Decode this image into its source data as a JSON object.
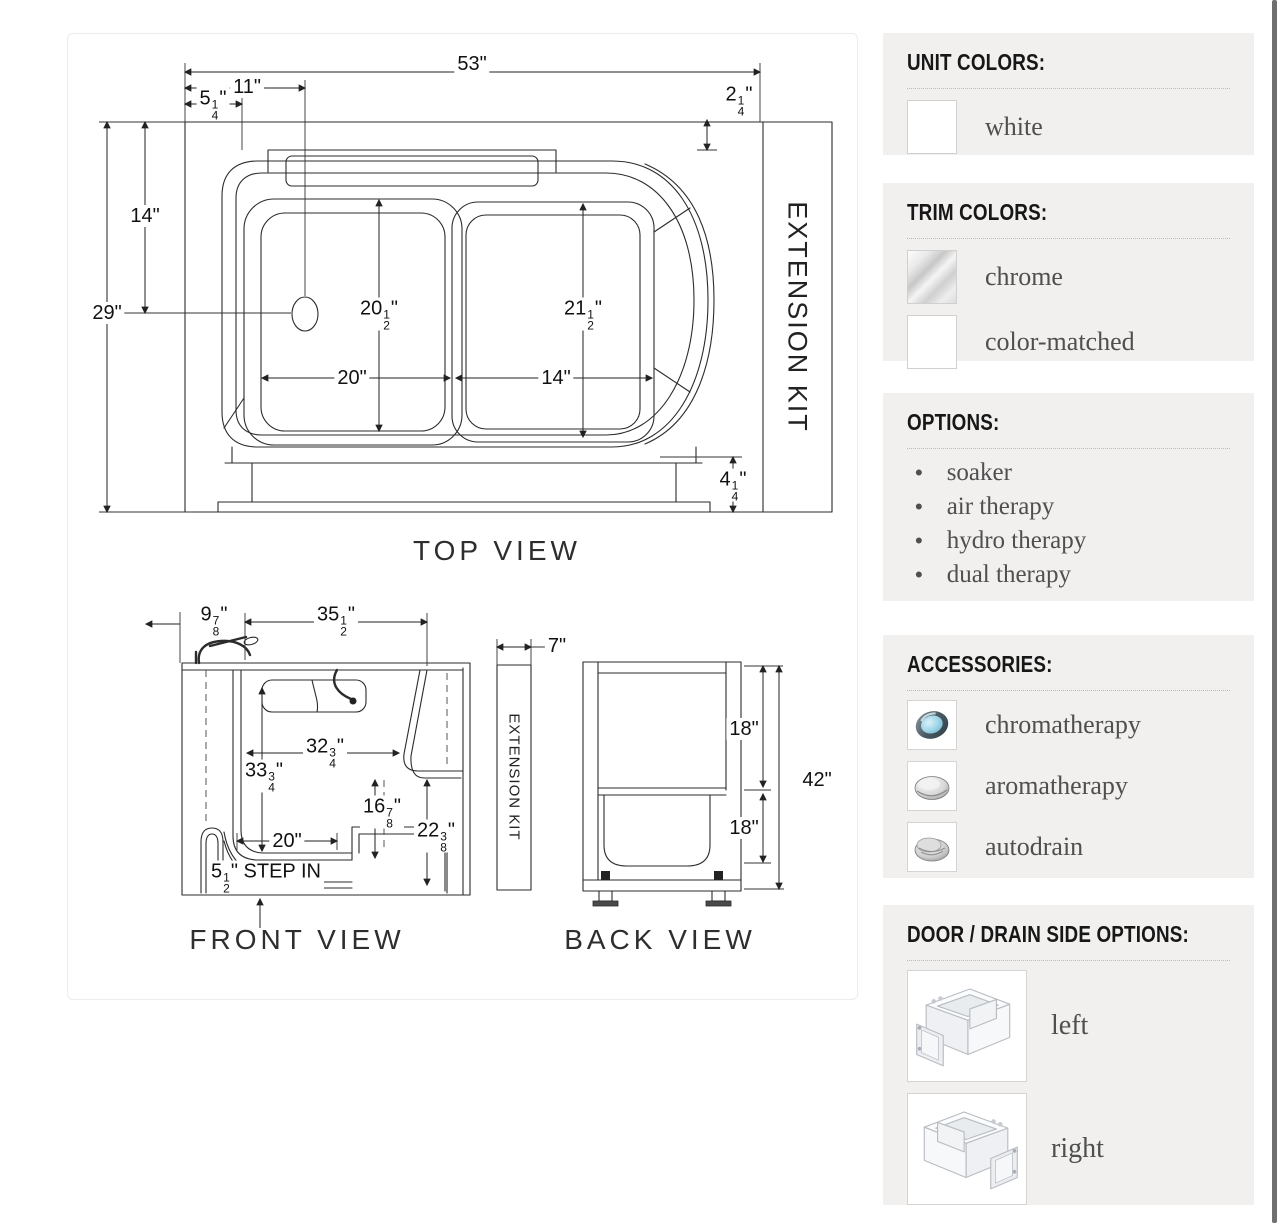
{
  "drawing": {
    "top_view": {
      "title": "TOP VIEW",
      "extension_label": "EXTENSION KIT",
      "dims": {
        "overall_width": "53\"",
        "drain_offset": "11\"",
        "edge_offset": "5 1/4\"",
        "top_corner": "2 1/4\"",
        "left_upper": "14\"",
        "overall_depth": "29\"",
        "footwell_width": "20 1/2\"",
        "seat_area_width": "21 1/2\"",
        "footwell_length": "20\"",
        "seat_length": "14\"",
        "base_inset": "4 1/4\""
      }
    },
    "front_view": {
      "title": "FRONT VIEW",
      "extension_label": "EXTENSION KIT",
      "dims": {
        "faucet_offset": "9 7/8\"",
        "deck_length": "35 1/2\"",
        "extension_width": "7\"",
        "interior_depth": "33 3/4\"",
        "interior_length": "32 3/4\"",
        "seat_height": "16 7/8\"",
        "seat_depth": "22 3/8\"",
        "floor_length": "20\"",
        "step_in": "5 1/2\" STEP IN"
      }
    },
    "back_view": {
      "title": "BACK VIEW",
      "dims": {
        "upper_section": "18\"",
        "overall_height": "42\"",
        "lower_section": "18\""
      }
    }
  },
  "sidebar": {
    "unit_colors": {
      "title": "UNIT COLORS:",
      "items": [
        {
          "label": "white",
          "swatch": "white",
          "swatch_color": "#ffffff"
        }
      ]
    },
    "trim_colors": {
      "title": "TRIM COLORS:",
      "items": [
        {
          "label": "chrome",
          "swatch": "chrome"
        },
        {
          "label": "color-matched",
          "swatch": "white",
          "swatch_color": "#ffffff"
        }
      ]
    },
    "options": {
      "title": "OPTIONS:",
      "items": [
        "soaker",
        "air therapy",
        "hydro therapy",
        "dual therapy"
      ]
    },
    "accessories": {
      "title": "ACCESSORIES:",
      "items": [
        {
          "label": "chromatherapy",
          "icon": "chromatherapy-light-icon"
        },
        {
          "label": "aromatherapy",
          "icon": "aromatherapy-jet-icon"
        },
        {
          "label": "autodrain",
          "icon": "autodrain-icon"
        }
      ]
    },
    "door_drain": {
      "title": "DOOR / DRAIN SIDE OPTIONS:",
      "items": [
        {
          "label": "left",
          "image": "walk-in-tub-door-left"
        },
        {
          "label": "right",
          "image": "walk-in-tub-door-right"
        }
      ]
    }
  },
  "colors": {
    "section_bg": "#f1f0ef",
    "line": "#2b2b2b",
    "label_text": "#4f4f4f",
    "header_text": "#171717",
    "chroma_blue": "#a5d8ea"
  }
}
